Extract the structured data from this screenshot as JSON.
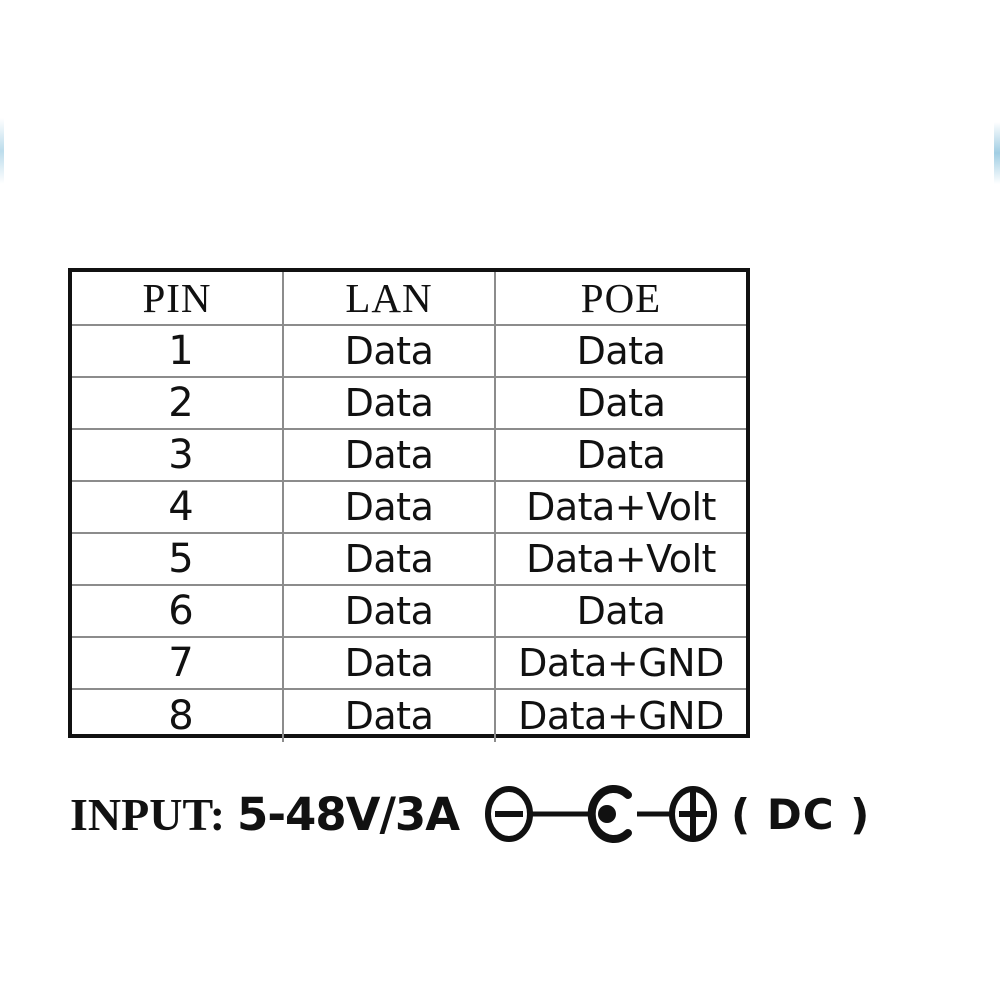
{
  "table": {
    "columns": [
      "PIN",
      "LAN",
      "POE"
    ],
    "rows": [
      {
        "pin": "1",
        "lan": "Data",
        "poe": "Data"
      },
      {
        "pin": "2",
        "lan": "Data",
        "poe": "Data"
      },
      {
        "pin": "3",
        "lan": "Data",
        "poe": "Data"
      },
      {
        "pin": "4",
        "lan": "Data",
        "poe": "Data+Volt"
      },
      {
        "pin": "5",
        "lan": "Data",
        "poe": "Data+Volt"
      },
      {
        "pin": "6",
        "lan": "Data",
        "poe": "Data"
      },
      {
        "pin": "7",
        "lan": "Data",
        "poe": "Data+GND"
      },
      {
        "pin": "8",
        "lan": "Data",
        "poe": "Data+GND"
      }
    ]
  },
  "input_spec": {
    "label": "INPUT:",
    "value": "5-48V/3A",
    "connector_type": "( DC )",
    "polarity_icon": "dc-center-positive-barrel-icon",
    "polarity_left": "minus-circle-icon",
    "polarity_center": "barrel-center-pin-icon",
    "polarity_right": "plus-circle-icon"
  },
  "colors": {
    "ink": "#111111",
    "grid_line": "#8c8c8c",
    "background": "#ffffff",
    "edge_tint": "#b0d6e8"
  }
}
